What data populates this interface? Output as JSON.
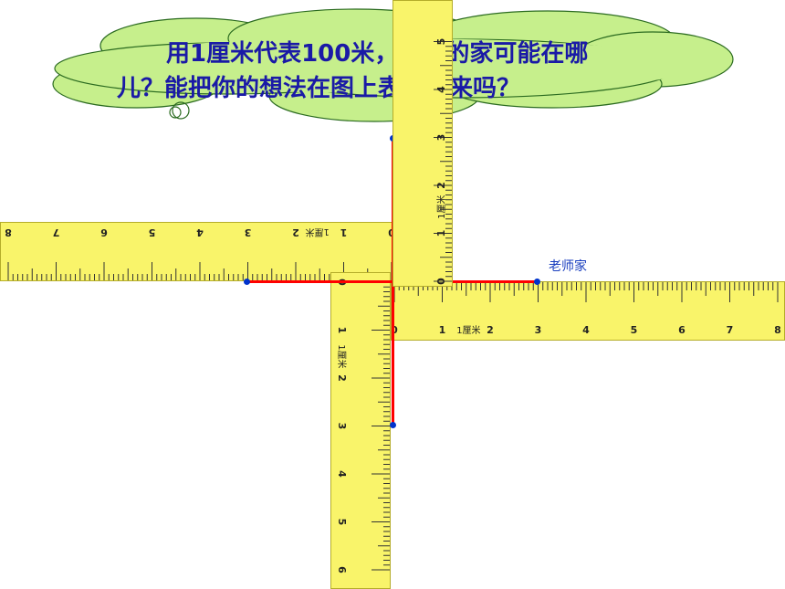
{
  "prompt": {
    "line1": "用1厘米代表100米，老师的家可能在哪",
    "line2": "儿？能把你的想法在图上表示出来吗？"
  },
  "home_label": "老师家",
  "rulers": {
    "unit_label": "1厘米",
    "left_horizontal": {
      "numbers": [
        "8",
        "7",
        "6",
        "5",
        "4",
        "3",
        "2",
        "1",
        "0"
      ]
    },
    "right_horizontal": {
      "numbers": [
        "0",
        "1",
        "2",
        "3",
        "4",
        "5",
        "6",
        "7",
        "8"
      ]
    },
    "top_vertical": {
      "numbers": [
        "0",
        "1",
        "2",
        "3",
        "4",
        "5"
      ]
    },
    "bottom_vertical": {
      "numbers": [
        "0",
        "1",
        "2",
        "3",
        "4",
        "5",
        "6"
      ]
    }
  },
  "colors": {
    "ruler": "#f9f46a",
    "path": "#ff0000",
    "point": "#0033cc",
    "cloud": "#c6ef8c",
    "text": "#1a1aa6"
  }
}
